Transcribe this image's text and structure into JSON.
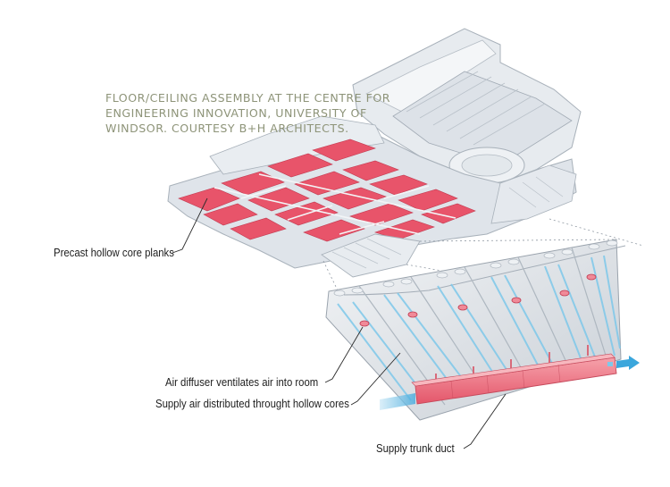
{
  "caption": {
    "lines": [
      "FLOOR/CEILING ASSEMBLY AT THE CENTRE FOR",
      "ENGINEERING INNOVATION, UNIVERSITY OF",
      "WINDSOR. COURTESY B+H ARCHITECTS."
    ]
  },
  "labels": {
    "planks": "Precast hollow core planks",
    "diffuser": "Air diffuser ventilates air into room",
    "supply_air": "Supply air distributed throught hollow cores",
    "trunk_duct": "Supply trunk duct"
  },
  "colors": {
    "building": "#dfe4ea",
    "building_edge": "#aeb6bf",
    "precast_highlight": "#e8546a",
    "hollow_core_air": "#7ec8ea",
    "trunk_duct": "#f07a86",
    "caption_text": "#8e9479"
  }
}
